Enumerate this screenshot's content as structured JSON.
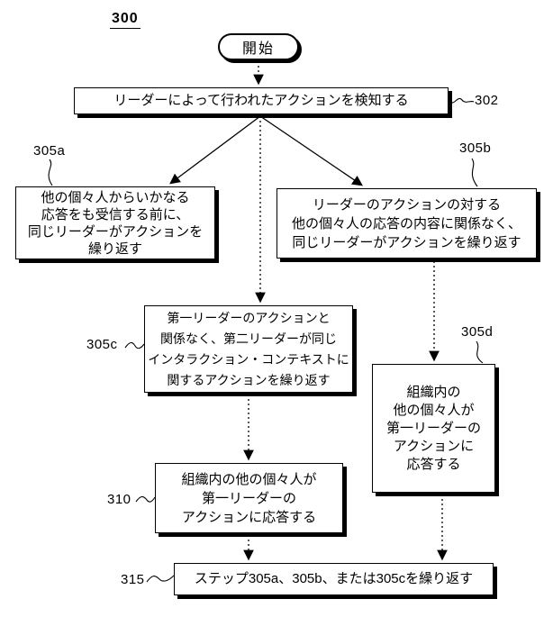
{
  "figure_label": "300",
  "terminal_start": "開始",
  "nodes": {
    "s302": {
      "ref": "302",
      "lines": [
        "リーダーによって行われたアクションを検知する"
      ]
    },
    "s305a": {
      "ref": "305a",
      "lines": [
        "他の個々人からいかなる",
        "応答をも受信する前に、",
        "同じリーダーがアクションを",
        "繰り返す"
      ]
    },
    "s305b": {
      "ref": "305b",
      "lines": [
        "リーダーのアクションの対する",
        "他の個々人の応答の内容に関係なく、",
        "同じリーダーがアクションを繰り返す"
      ]
    },
    "s305c": {
      "ref": "305c",
      "lines": [
        "第一リーダーのアクションと",
        "関係なく、第二リーダーが同じ",
        "インタラクション・コンテキストに",
        "関するアクションを繰り返す"
      ]
    },
    "s305d": {
      "ref": "305d",
      "lines": [
        "組織内の",
        "他の個々人が",
        "第一リーダーの",
        "アクションに",
        "応答する"
      ]
    },
    "s310": {
      "ref": "310",
      "lines": [
        "組織内の他の個々人が",
        "第一リーダーの",
        "アクションに応答する"
      ]
    },
    "s315": {
      "ref": "315",
      "lines": [
        "ステップ305a、305b、または305cを繰り返す"
      ]
    }
  }
}
